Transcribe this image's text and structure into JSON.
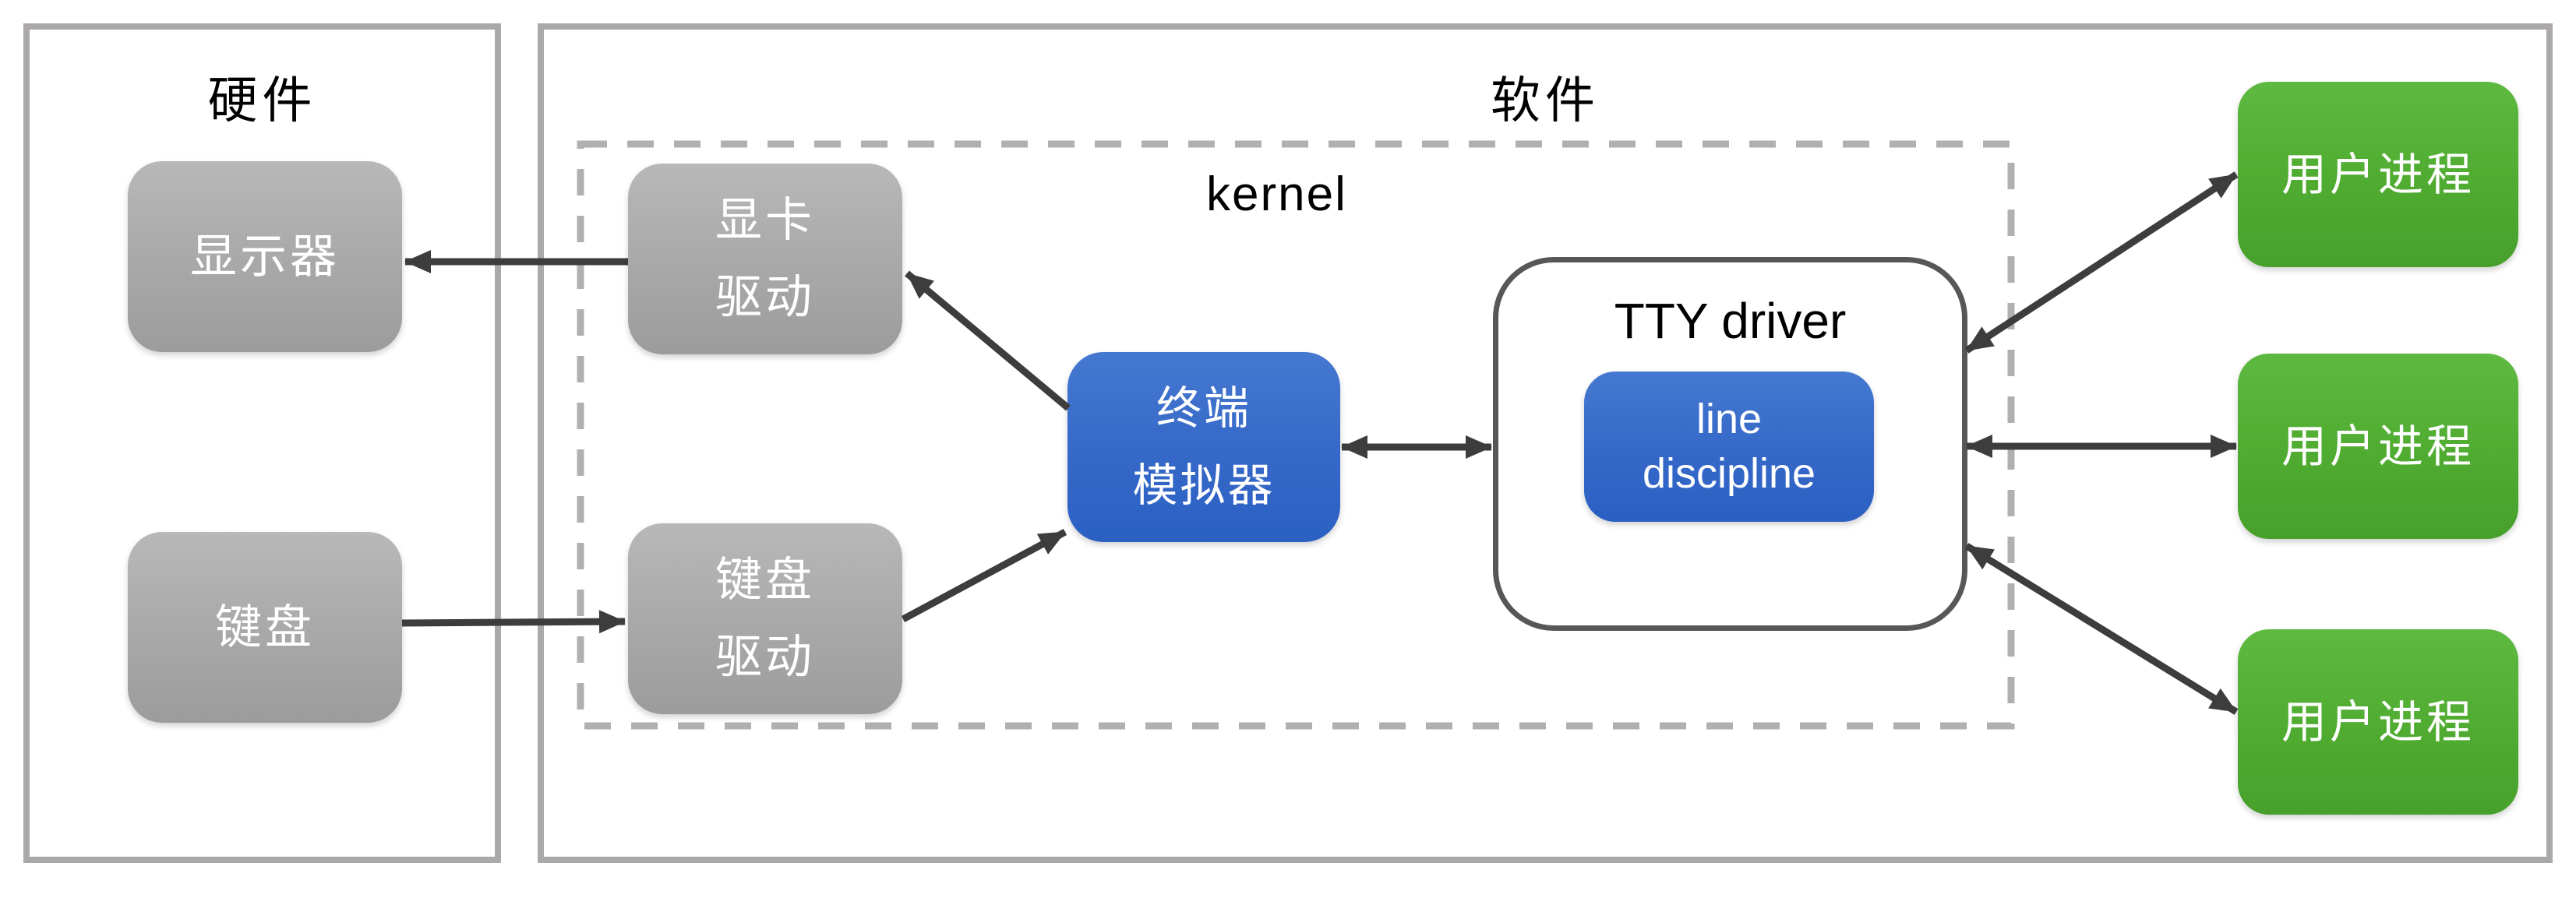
{
  "groups": {
    "hardware": {
      "label": "硬件"
    },
    "software": {
      "label": "软件"
    },
    "kernel": {
      "label": "kernel"
    }
  },
  "nodes": {
    "display": {
      "label": "显示器"
    },
    "keyboard": {
      "label": "键盘"
    },
    "gpu_driver": {
      "line1": "显卡",
      "line2": "驱动"
    },
    "keyboard_driver": {
      "line1": "键盘",
      "line2": "驱动"
    },
    "terminal_emulator": {
      "line1": "终端",
      "line2": "模拟器"
    },
    "tty_driver": {
      "title": "TTY driver"
    },
    "line_discipline": {
      "line1": "line",
      "line2": "discipline"
    },
    "user_processes": [
      {
        "label": "用户进程"
      },
      {
        "label": "用户进程"
      },
      {
        "label": "用户进程"
      }
    ]
  },
  "edges": [
    {
      "from": "gpu_driver",
      "to": "display",
      "arrowheads": "single"
    },
    {
      "from": "keyboard",
      "to": "keyboard_driver",
      "arrowheads": "single"
    },
    {
      "from": "terminal_emulator",
      "to": "gpu_driver",
      "arrowheads": "single"
    },
    {
      "from": "keyboard_driver",
      "to": "terminal_emulator",
      "arrowheads": "single"
    },
    {
      "from": "terminal_emulator",
      "to": "tty_driver",
      "arrowheads": "double"
    },
    {
      "from": "tty_driver",
      "to": "user_process_1",
      "arrowheads": "double"
    },
    {
      "from": "tty_driver",
      "to": "user_process_2",
      "arrowheads": "double"
    },
    {
      "from": "tty_driver",
      "to": "user_process_3",
      "arrowheads": "double"
    }
  ],
  "colors": {
    "background": "#FFFFFF",
    "node_gray": "#A8A8A8",
    "node_blue": "#3568C8",
    "node_green": "#50AB31",
    "arrow": "#3D3D3D",
    "container_border": "#ABA8A8",
    "kernel_dash": "#B2AFAF",
    "tty_border": "#575757"
  }
}
